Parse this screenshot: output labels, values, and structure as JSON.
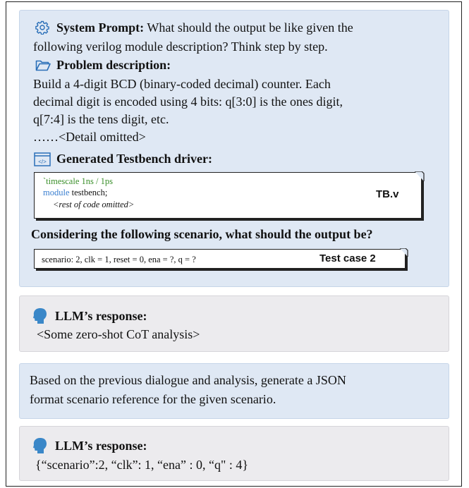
{
  "system_prompt": {
    "label": "System Prompt:",
    "text_line1": "What should the output be like given the",
    "text_line2": "following verilog module description? Think step by step."
  },
  "problem": {
    "label": "Problem description:",
    "line1": "Build a 4-digit BCD (binary-coded decimal) counter. Each",
    "line2": "decimal digit is encoded using 4 bits: q[3:0] is the ones digit,",
    "line3": "q[7:4] is the tens digit, etc.",
    "line4": "……<Detail omitted>"
  },
  "testbench": {
    "label": "Generated Testbench driver:",
    "code_line1": "`timescale 1ns / 1ps",
    "code_kw": "module",
    "code_line2_rest": " testbench;",
    "code_line3": "<rest of code omitted>",
    "file_tag": "TB.v"
  },
  "scenario": {
    "question": "Considering the following scenario, what should the output be?",
    "text": "scenario: 2, clk = 1, reset = 0, ena = ?, q = ?",
    "tag": "Test case 2"
  },
  "response1": {
    "label": "LLM’s response:",
    "text": "<Some zero-shot CoT analysis>"
  },
  "followup": {
    "line1": "Based on the previous dialogue and analysis, generate a JSON",
    "line2": "format scenario reference for the given scenario."
  },
  "response2": {
    "label": "LLM’s response:",
    "text": "{“scenario”:2, “clk”: 1, “ena” : 0, “q\" : 4}"
  },
  "colors": {
    "accent_blue": "#2a6fb8",
    "code_green": "#3a8f2a",
    "code_keyword": "#3a7fd0",
    "panel_blue": "#dfe8f4",
    "panel_gray": "#ecebee"
  },
  "icons": [
    "gear-icon",
    "folder-icon",
    "code-window-icon",
    "head-icon"
  ]
}
